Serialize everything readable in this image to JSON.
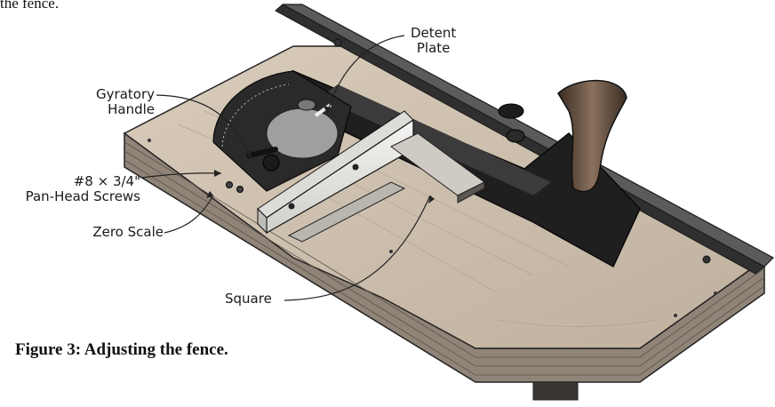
{
  "top_text_fragment": "the fence.",
  "callouts": {
    "detent_plate": [
      "Detent",
      "Plate"
    ],
    "gyratory_handle": [
      "Gyratory",
      "Handle"
    ],
    "screws": [
      "#8 × 3/4\"",
      "Pan-Head Screws"
    ],
    "zero_scale": "Zero Scale",
    "square": "Square"
  },
  "caption": "Figure 3: Adjusting the fence.",
  "colors": {
    "plywood": "#cdbfae",
    "plywood_edge": "#8a7f74",
    "rail_dark": "#3a3a3a",
    "body_black": "#1f1f1f",
    "fence_face": "#e9e9e6",
    "handle_wood": "#6a5646"
  }
}
